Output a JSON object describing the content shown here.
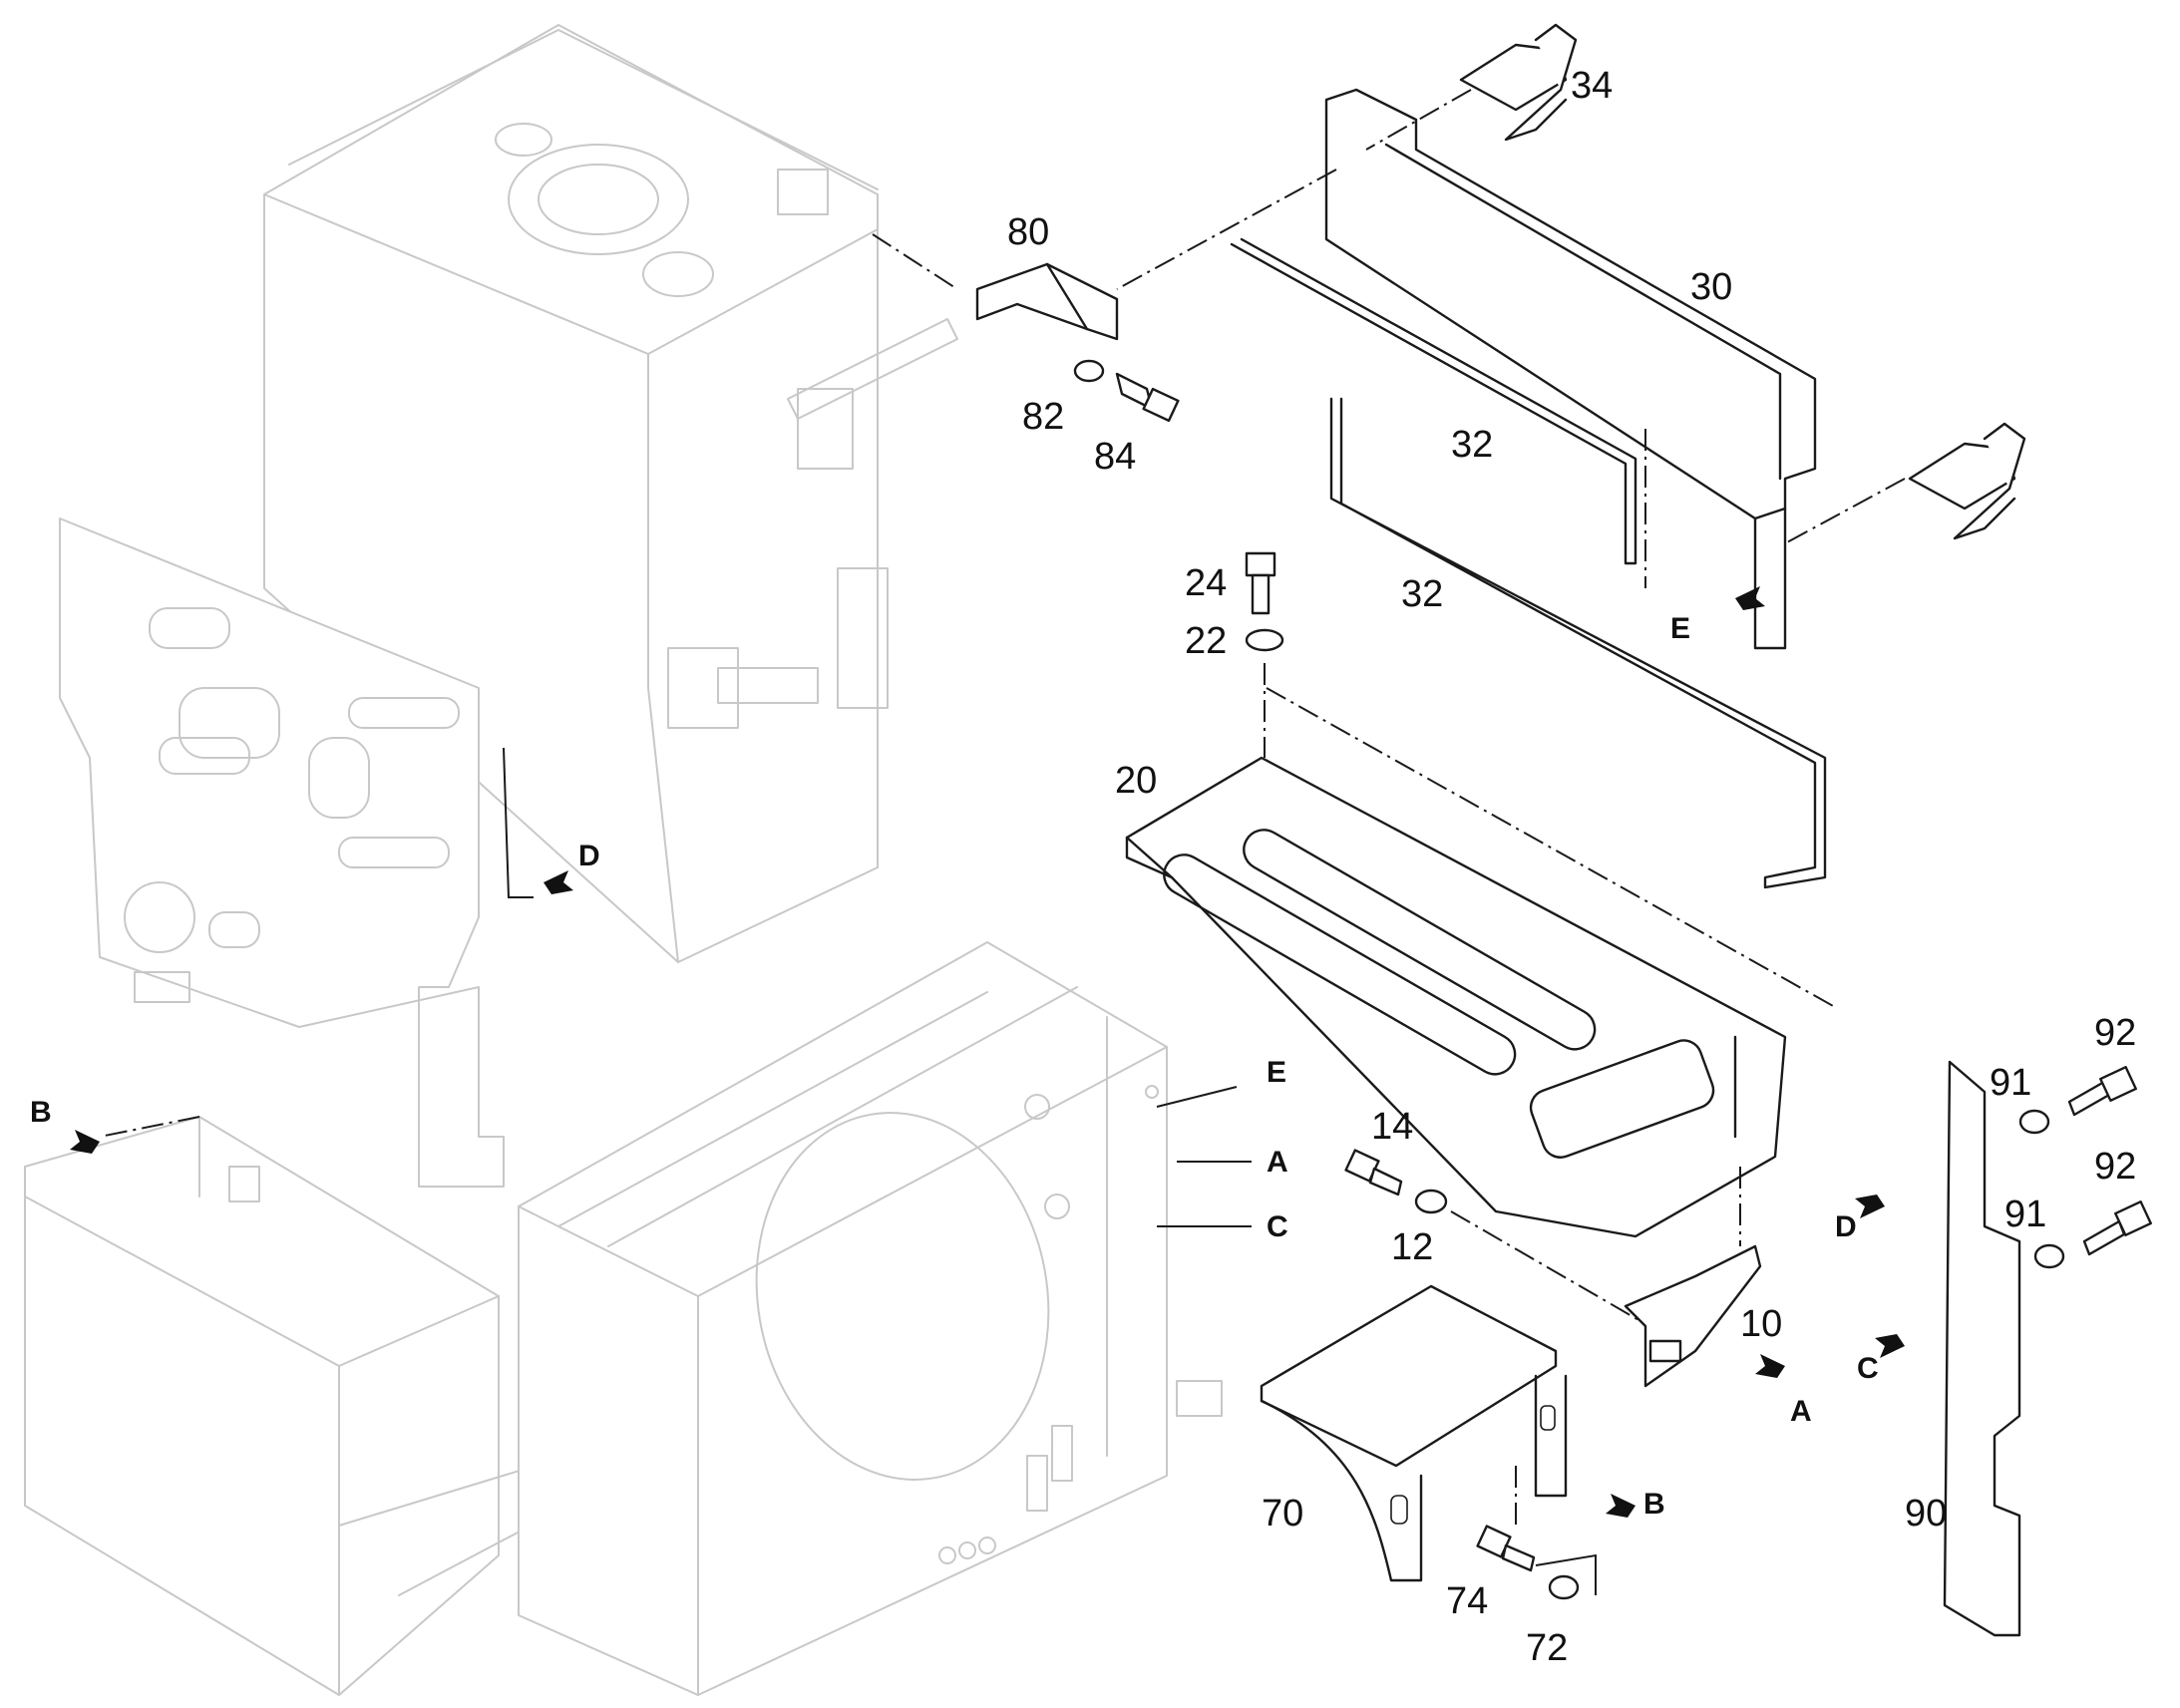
{
  "callouts": {
    "c34": "34",
    "c30": "30",
    "c80": "80",
    "c82": "82",
    "c84": "84",
    "c32a": "32",
    "c32b": "32",
    "c24": "24",
    "c22": "22",
    "c20": "20",
    "c14": "14",
    "c12": "12",
    "c10": "10",
    "c70": "70",
    "c74": "74",
    "c72": "72",
    "c92a": "92",
    "c91a": "91",
    "c92b": "92",
    "c91b": "91",
    "c90": "90"
  },
  "refs": {
    "E_top": "E",
    "D_left": "D",
    "B_left": "B",
    "E_frame": "E",
    "A_frame": "A",
    "C_frame": "C",
    "A_bracket": "A",
    "B_bracket": "B",
    "D_strip": "D",
    "C_strip": "C"
  },
  "colors": {
    "ink": "#1a1a1a",
    "context": "#c8c8c8"
  }
}
